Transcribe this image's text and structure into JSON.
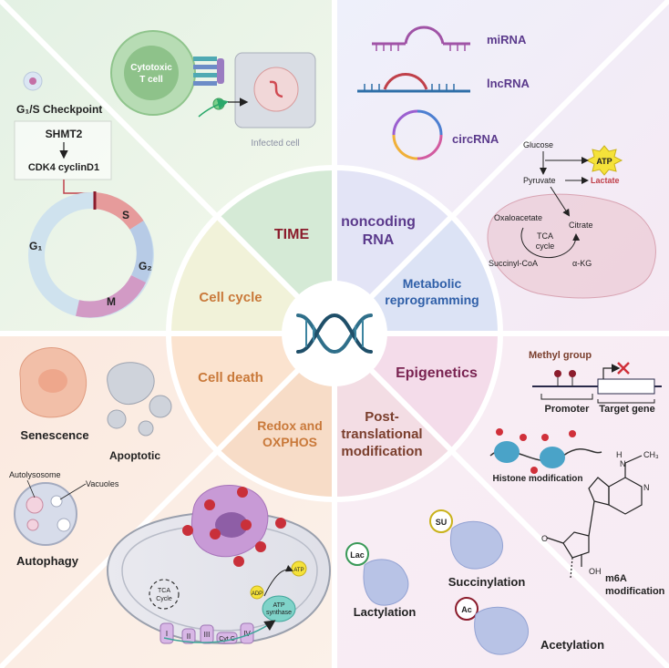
{
  "center": {
    "icon": "dna-icon"
  },
  "sectors": {
    "time": "TIME",
    "noncoding_line1": "noncoding",
    "noncoding_line2": "RNA",
    "metabolic_line1": "Metabolic",
    "metabolic_line2": "reprogramming",
    "epigenetics": "Epigenetics",
    "ptm_line1": "Post-",
    "ptm_line2": "translational",
    "ptm_line3": "modification",
    "redox_line1": "Redox and",
    "redox_line2": "OXPHOS",
    "cell_death": "Cell death",
    "cell_cycle": "Cell cycle"
  },
  "colors": {
    "time": "#8b1c2c",
    "purple": "#5b3a8c",
    "blue": "#2f5fa8",
    "epi": "#7a2452",
    "brown": "#7a3e2c",
    "orange": "#c9793a"
  },
  "cell_cycle_panel": {
    "checkpoint": "G₁/S Checkpoint",
    "gene": "SHMT2",
    "target": "CDK4 cyclinD1",
    "phases": {
      "s": "S",
      "g2": "G₂",
      "m": "M",
      "g1": "G₁"
    }
  },
  "time_panel": {
    "t_cell_line1": "Cytotoxic",
    "t_cell_line2": "T cell",
    "infected": "Infected cell"
  },
  "rna_panel": {
    "mirna": "miRNA",
    "lncrna": "lncRNA",
    "circrna": "circRNA"
  },
  "metabolic_panel": {
    "glucose": "Glucose",
    "atp": "ATP",
    "pyruvate": "Pyruvate",
    "lactate": "Lactate",
    "oxaloacetate": "Oxaloacetate",
    "citrate": "Citrate",
    "tca_line1": "TCA",
    "tca_line2": "cycle",
    "succinyl": "Succinyl-CoA",
    "akg": "α-KG"
  },
  "epigenetics_panel": {
    "methyl": "Methyl group",
    "promoter": "Promoter",
    "target_gene": "Target gene",
    "histone": "Histone modification",
    "m6a_line1": "m6A",
    "m6a_line2": "modification",
    "nh": "N",
    "h": "H",
    "ch3": "CH₃",
    "n": "N",
    "oh": "OH",
    "o": "O"
  },
  "ptm_panel": {
    "lac": "Lac",
    "lactylation": "Lactylation",
    "su": "SU",
    "succinylation": "Succinylation",
    "ac": "Ac",
    "acetylation": "Acetylation"
  },
  "redox_panel": {
    "tca_line1": "TCA",
    "tca_line2": "Cycle",
    "adp": "ADP",
    "atp": "ATP",
    "synthase_line1": "ATP",
    "synthase_line2": "synthase",
    "c1": "I",
    "c2": "II",
    "c3": "III",
    "cytc": "Cyt C",
    "c4": "IV"
  },
  "death_panel": {
    "senescence": "Senescence",
    "apoptotic": "Apoptotic",
    "autolysosome": "Autolysosome",
    "vacuoles": "Vacuoles",
    "autophagy": "Autophagy"
  }
}
